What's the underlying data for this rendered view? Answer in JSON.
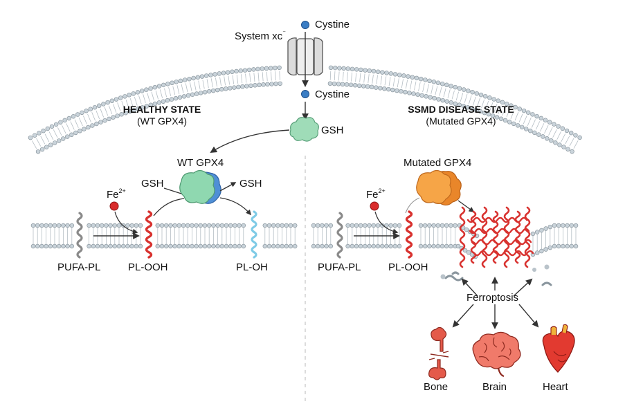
{
  "transporter": {
    "name": "System xc",
    "superscript": "⁻"
  },
  "cystine_outside": "Cystine",
  "cystine_inside": "Cystine",
  "gsh_top": "GSH",
  "healthy": {
    "title": "HEALTHY STATE",
    "subtitle": "(WT GPX4)",
    "enzyme": "WT GPX4",
    "gsh_in": "GSH",
    "gsh_out": "GSH",
    "iron": "Fe",
    "iron_charge": "2+",
    "pufa": "PUFA-PL",
    "ploo": "PL-OOH",
    "ploh": "PL-OH"
  },
  "disease": {
    "title": "SSMD DISEASE STATE",
    "subtitle": "(Mutated GPX4)",
    "enzyme": "Mutated GPX4",
    "iron": "Fe",
    "iron_charge": "2+",
    "pufa": "PUFA-PL",
    "ploo": "PL-OOH",
    "process": "Ferroptosis",
    "organs": [
      "Bone",
      "Brain",
      "Heart"
    ]
  },
  "colors": {
    "lipid_head": "#c9d3da",
    "lipid_outline": "#8a969e",
    "pufa_chain": "#8a8a8a",
    "peroxide_chain": "#d8322f",
    "hydroxide_chain": "#7fcbe6",
    "wt_enzyme_green": "#8fd8b0",
    "wt_enzyme_blue": "#4f8fd6",
    "mut_enzyme_orange": "#f29a3b",
    "iron": "#d92b2b",
    "cystine": "#3a7dc4",
    "arrow": "#333333"
  }
}
